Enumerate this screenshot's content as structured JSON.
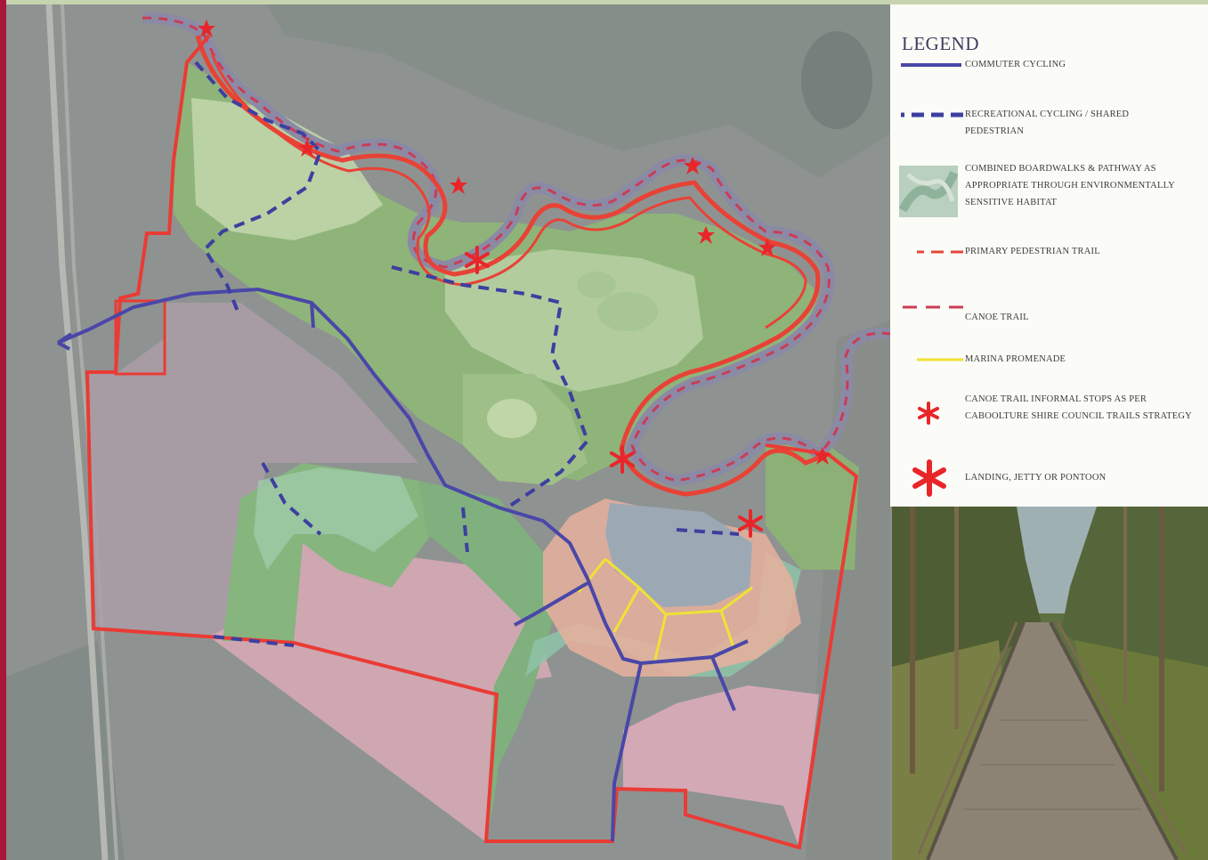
{
  "legend": {
    "title": "LEGEND",
    "items": [
      {
        "key": "commuter",
        "label": "Commuter cycling",
        "color": "#4a47a8"
      },
      {
        "key": "recreational",
        "label": "Recreational cycling / shared pedestrian",
        "color": "#3d3fa0"
      },
      {
        "key": "boardwalk",
        "label": "Combined boardwalks & pathway as appropriate through environmentally sensitive habitat",
        "color": "#8fb29a"
      },
      {
        "key": "pedestrian",
        "label": "Primary pedestrian trail",
        "color": "#e6463a"
      },
      {
        "key": "canoe",
        "label": "Canoe trail",
        "color": "#c93d55"
      },
      {
        "key": "marina",
        "label": "Marina promenade",
        "color": "#efe235"
      },
      {
        "key": "stops",
        "label": "Canoe trail informal stops as per Caboolture Shire Council trails strategy",
        "color": "#e8262a"
      },
      {
        "key": "landing",
        "label": "Landing, jetty or pontoon",
        "color": "#e8262a"
      }
    ]
  },
  "colors": {
    "boundary": "#ea3b35",
    "river": "#e84236",
    "commuter": "#4a47a8",
    "recreational": "#3d3fa0",
    "marina": "#efe235",
    "stop": "#e8262a",
    "frame": "#a8163a"
  }
}
